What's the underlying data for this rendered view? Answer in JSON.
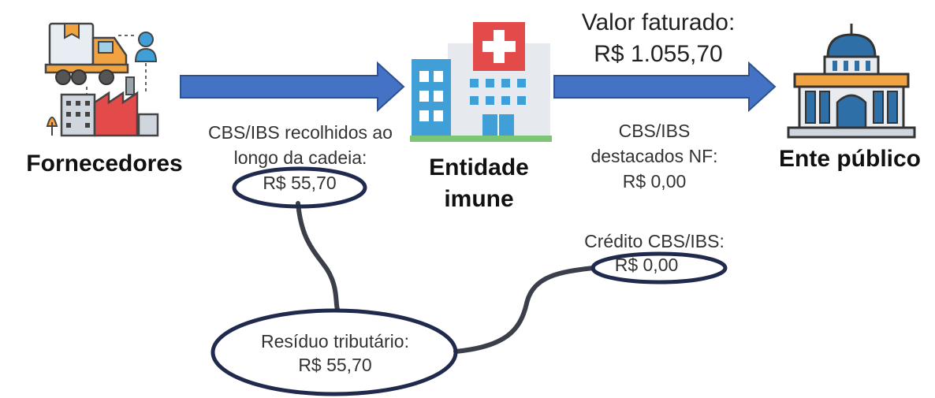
{
  "colors": {
    "arrow": "#4472c4",
    "arrow_border": "#2f528f",
    "ellipse": "#1f2a4d",
    "text": "#333333"
  },
  "nodes": {
    "fornecedores": {
      "label": "Fornecedores",
      "icon": "suppliers-truck-factory-icon"
    },
    "entidade": {
      "line1": "Entidade",
      "line2": "imune",
      "icon": "hospital-icon"
    },
    "ente": {
      "label": "Ente público",
      "icon": "government-building-icon"
    }
  },
  "labels": {
    "valor_line1": "Valor faturado:",
    "valor_line2": "R$ 1.055,70",
    "cbs_cadeia_line1": "CBS/IBS recolhidos ao",
    "cbs_cadeia_line2": "longo da cadeia:",
    "cbs_cadeia_value": "R$ 55,70",
    "cbs_nf_line1": "CBS/IBS",
    "cbs_nf_line2": "destacados NF:",
    "cbs_nf_value": "R$ 0,00",
    "credito_line1": "Crédito CBS/IBS:",
    "credito_value": "R$ 0,00",
    "residuo_line1": "Resíduo tributário:",
    "residuo_value": "R$ 55,70"
  }
}
